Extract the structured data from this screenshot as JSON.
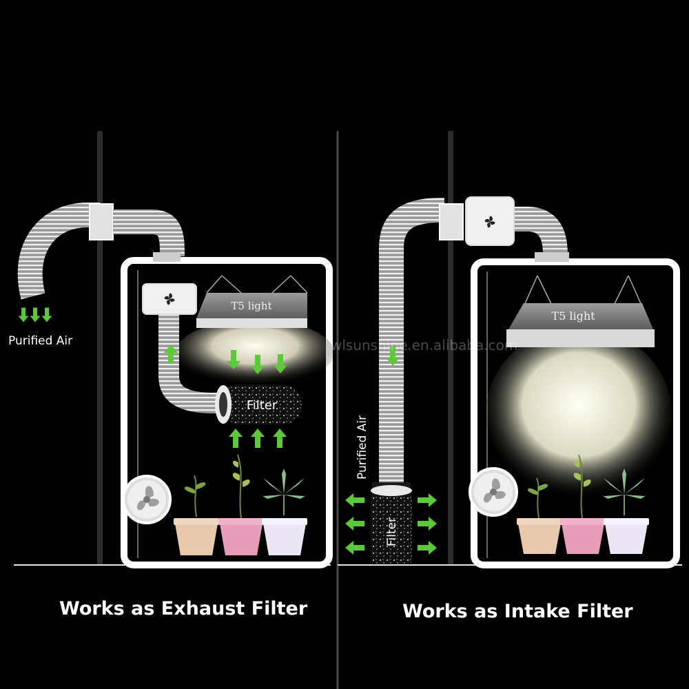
{
  "left_panel": {
    "caption": "Works as Exhaust Filter",
    "light_label": "T5 light",
    "filter_label": "Filter",
    "air_label": "Purified Air"
  },
  "right_panel": {
    "caption": "Works as Intake Filter",
    "light_label": "T5 light",
    "filter_label": "Filter",
    "air_label": "Purified Air"
  },
  "watermark": "wlsunshine.en.alibaba.com",
  "colors": {
    "background": "#000000",
    "tent_frame": "#ffffff",
    "arrow_green": "#5cc83a",
    "light_glow": "#fffbe6",
    "pot_beige": "#e8c9ae",
    "pot_pink": "#e79cb9",
    "pot_white": "#ece6f4"
  }
}
